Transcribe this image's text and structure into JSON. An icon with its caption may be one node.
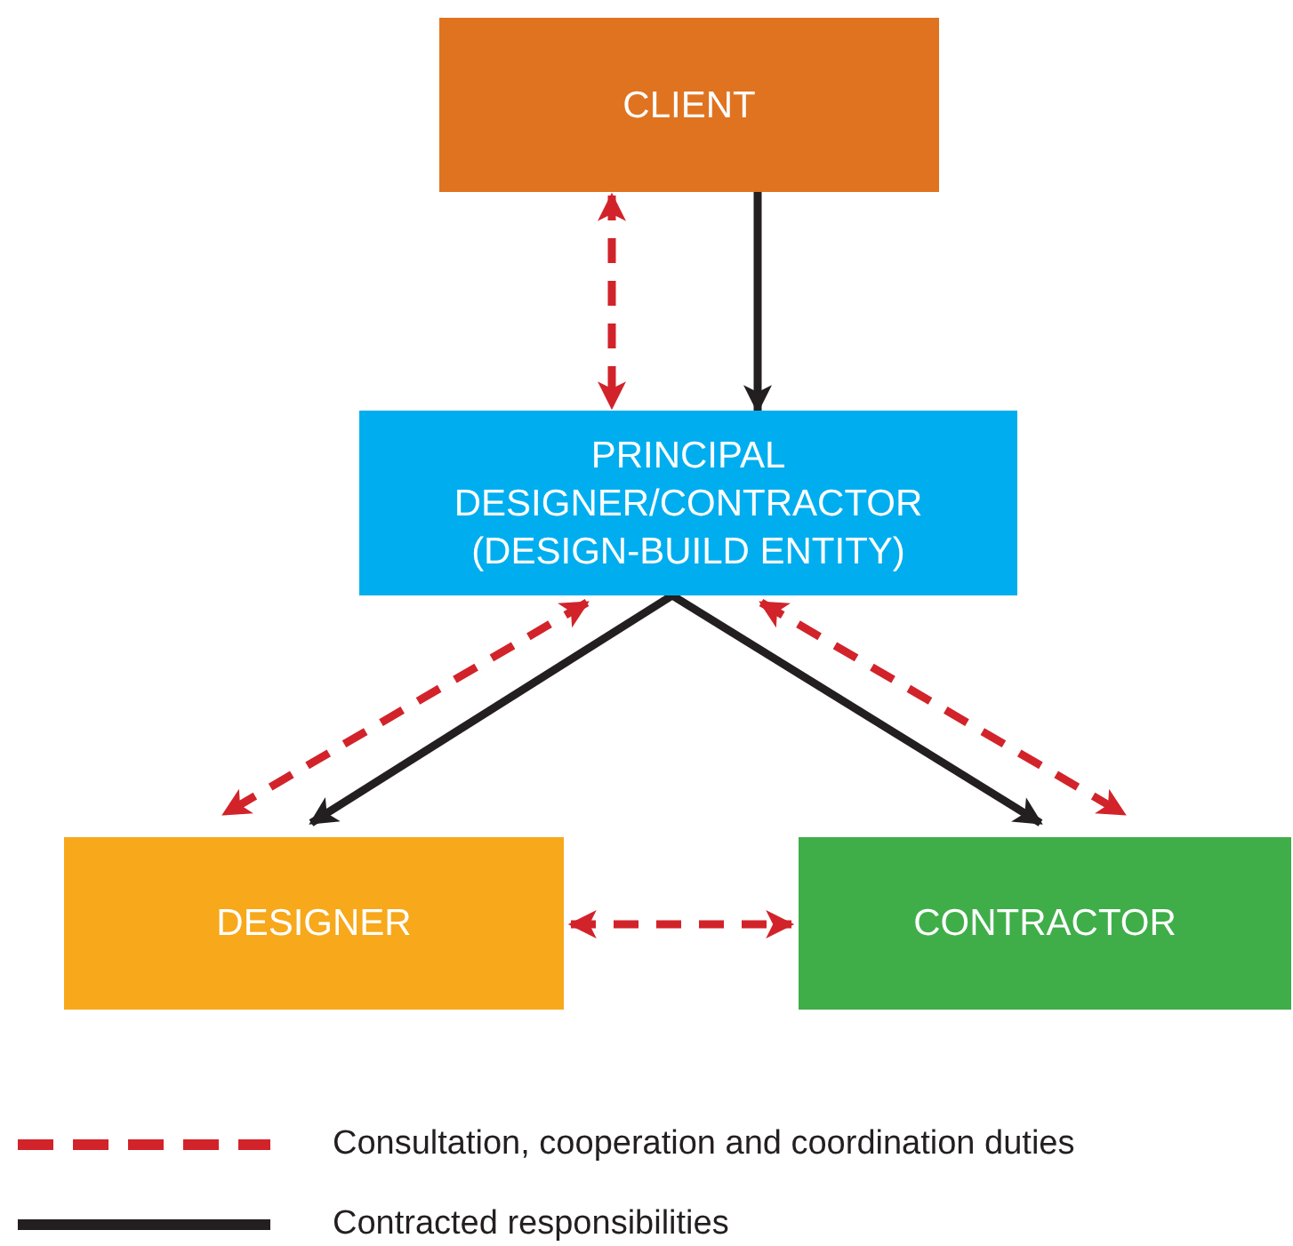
{
  "diagram": {
    "nodes": [
      {
        "text": [
          "CLIENT"
        ]
      },
      {
        "text": [
          "PRINCIPAL DESIGNER/CONTRACTOR (DESIGN-BUILD ENTITY)"
        ]
      },
      {
        "text": [
          "DESIGNER"
        ]
      },
      {
        "text": [
          "CONTRACTOR"
        ]
      }
    ],
    "edges": [
      {
        "from": 0,
        "to": 1,
        "arrow": "both",
        "style": "dashed"
      },
      {
        "from": 0,
        "to": 1,
        "arrow": "to",
        "color": "#231f20"
      },
      {
        "from": 1,
        "to": 2,
        "arrow": "both",
        "style": "dashed"
      },
      {
        "from": 1,
        "to": 2,
        "arrow": "to",
        "color": "#231f20"
      },
      {
        "from": 1,
        "to": 3,
        "arrow": "to",
        "color": "#231f20"
      },
      {
        "from": 1,
        "to": 3,
        "arrow": "both",
        "style": "dashed"
      },
      {
        "from": 2,
        "to": 3,
        "arrow": "both",
        "style": "dashed"
      }
    ],
    "legend": [
      {
        "text": "Consultation, cooperation and coordination duties"
      },
      {
        "text": "Contracted responsibilities"
      }
    ]
  }
}
